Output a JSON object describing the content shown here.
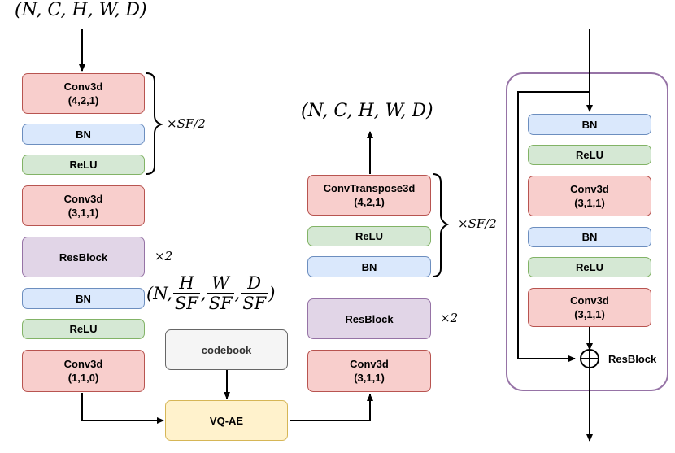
{
  "input_shape": "(N, C, H, W, D)",
  "output_shape": "(N, C, H, W, D)",
  "latent_shape": {
    "prefix": "(N,",
    "h_num": "H",
    "h_den": "SF",
    "w_num": "W",
    "w_den": "SF",
    "d_num": "D",
    "d_den": "SF",
    "suffix": ")"
  },
  "encoder": {
    "conv_down": "Conv3d\n(4,2,1)",
    "bn1": "BN",
    "relu1": "ReLU",
    "repeat_label": "×SF/2",
    "conv2": "Conv3d\n(3,1,1)",
    "resblock": "ResBlock",
    "resblock_repeat": "×2",
    "bn2": "BN",
    "relu2": "ReLU",
    "conv_out": "Conv3d\n(1,1,0)"
  },
  "quantizer": {
    "codebook": "codebook",
    "vqae": "VQ-AE"
  },
  "decoder": {
    "conv_in": "Conv3d\n(3,1,1)",
    "resblock": "ResBlock",
    "resblock_repeat": "×2",
    "bn": "BN",
    "relu": "ReLU",
    "conv_transpose": "ConvTranspose3d\n(4,2,1)",
    "repeat_label": "×SF/2"
  },
  "resblock_detail": {
    "bn1": "BN",
    "relu1": "ReLU",
    "conv1": "Conv3d\n(3,1,1)",
    "bn2": "BN",
    "relu2": "ReLU",
    "conv2": "Conv3d\n(3,1,1)",
    "label": "ResBlock"
  }
}
